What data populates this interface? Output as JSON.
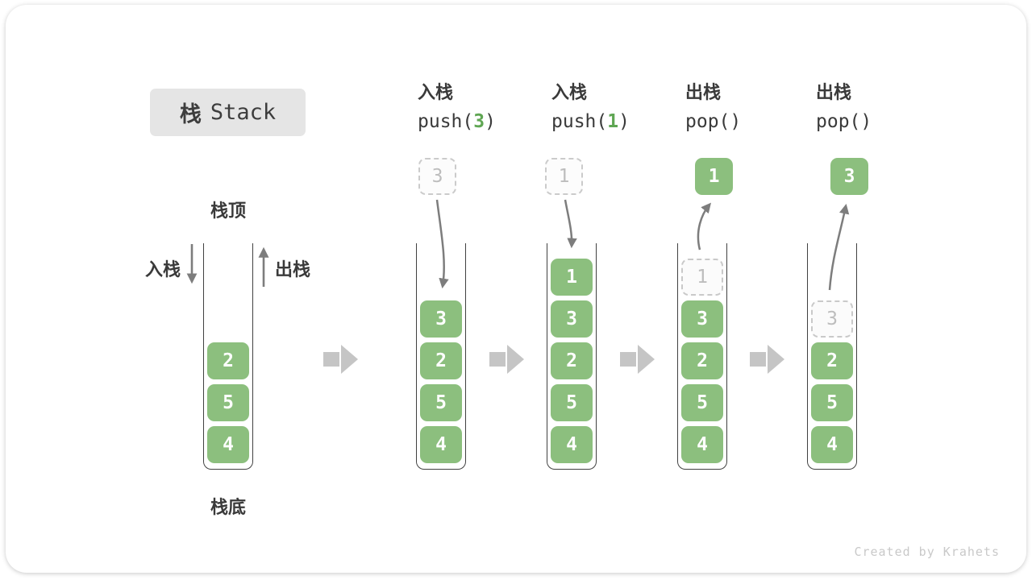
{
  "page": {
    "title_cn": "栈",
    "title_en": "Stack",
    "watermark": "Created by Krahets"
  },
  "legend": {
    "stack_top": "栈顶",
    "stack_bottom": "栈底",
    "push_label": "入栈",
    "pop_label": "出栈"
  },
  "columns": [
    {
      "name": "initial-stack",
      "cells": [
        {
          "v": "2"
        },
        {
          "v": "5"
        },
        {
          "v": "4"
        }
      ]
    },
    {
      "name": "after-push-3",
      "op_cn": "入栈",
      "code_pre": "push(",
      "code_arg": "3",
      "code_post": ")",
      "float_value": "3",
      "cells": [
        {
          "v": "3"
        },
        {
          "v": "2"
        },
        {
          "v": "5"
        },
        {
          "v": "4"
        }
      ]
    },
    {
      "name": "after-push-1",
      "op_cn": "入栈",
      "code_pre": "push(",
      "code_arg": "1",
      "code_post": ")",
      "float_value": "1",
      "cells": [
        {
          "v": "1"
        },
        {
          "v": "3"
        },
        {
          "v": "2"
        },
        {
          "v": "5"
        },
        {
          "v": "4"
        }
      ]
    },
    {
      "name": "after-pop-1",
      "op_cn": "出栈",
      "code": "pop()",
      "float_value": "1",
      "cells": [
        {
          "v": "1",
          "ghost": true
        },
        {
          "v": "3"
        },
        {
          "v": "2"
        },
        {
          "v": "5"
        },
        {
          "v": "4"
        }
      ]
    },
    {
      "name": "after-pop-3",
      "op_cn": "出栈",
      "code": "pop()",
      "float_value": "3",
      "cells": [
        {
          "v": "3",
          "ghost": true
        },
        {
          "v": "2"
        },
        {
          "v": "5"
        },
        {
          "v": "4"
        }
      ]
    }
  ],
  "colors": {
    "cell_green": "#8CBF7E",
    "code_arg_green": "#5FA653",
    "container_stroke": "#414141",
    "flow_arrow_gray": "#C5C5C5",
    "thin_arrow_gray": "#7D7D7D",
    "ghost_border": "#CBCBCB",
    "ghost_text": "#BDBDBD",
    "text_dark": "#3A3A3A",
    "title_bg": "#E5E5E5",
    "watermark_gray": "#C9C9C9"
  }
}
